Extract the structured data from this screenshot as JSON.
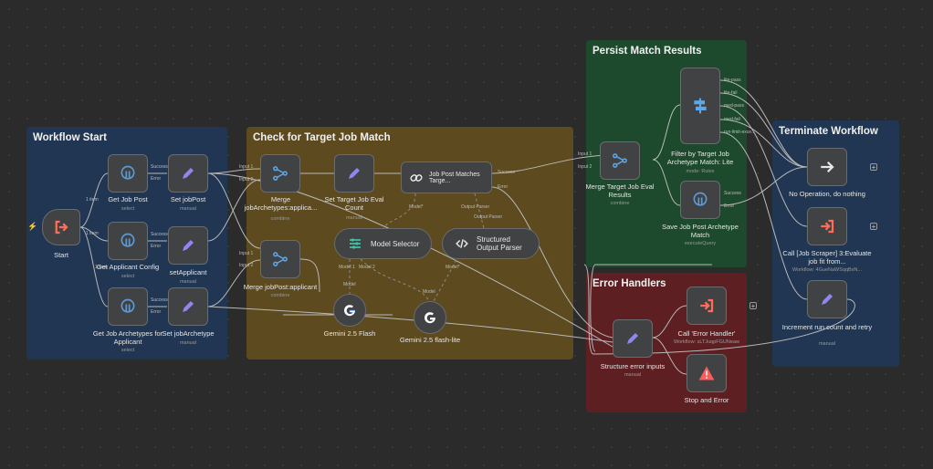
{
  "colors": {
    "canvas": "#2b2b2b",
    "node_fill": "#414244",
    "node_border": "#6a6b6e",
    "wire": "#b9b9b9",
    "workflow_start_note": "#213652",
    "check_match_note": "#5d4a1e",
    "persist_note": "#1d4a2c",
    "error_note": "#5e1f22",
    "terminate_note": "#213652",
    "trigger_red": "#ff6d5a",
    "edit_purple": "#8f87f1",
    "pg_blue": "#5b9bd5",
    "merge_blue": "#5fa8e8",
    "router_teal": "#3ec1a6"
  },
  "sticky_notes": {
    "workflow_start": "Workflow Start",
    "check_match": "Check for Target Job Match",
    "persist": "Persist Match Results",
    "error_handlers": "Error Handlers",
    "terminate": "Terminate Workflow"
  },
  "nodes": {
    "start": {
      "label": "Start",
      "icon": "login-arrow-icon"
    },
    "get_job_post": {
      "label": "Get Job Post",
      "sub": "select",
      "icon": "postgres-elephant-icon"
    },
    "get_applicant_config": {
      "label": "Get Applicant Config",
      "sub": "select",
      "icon": "postgres-elephant-icon"
    },
    "get_job_archetypes": {
      "label": "Get Job Archetypes for Applicant",
      "sub": "select",
      "icon": "postgres-elephant-icon"
    },
    "set_jobpost": {
      "label": "Set jobPost",
      "sub": "manual",
      "icon": "pencil-icon"
    },
    "set_applicant": {
      "label": "setApplicant",
      "sub": "manual",
      "icon": "pencil-icon"
    },
    "set_jobarchetype": {
      "label": "Set jobArchetype",
      "sub": "manual",
      "icon": "pencil-icon"
    },
    "merge_jobarchetypes": {
      "label": "Merge jobArchetypes:applica...",
      "sub": "combine",
      "icon": "merge-icon"
    },
    "merge_jobpost": {
      "label": "Merge jobPost:applicant",
      "sub": "combine",
      "icon": "merge-icon"
    },
    "set_target_eval": {
      "label": "Set Target Job Eval Count",
      "sub": "manual",
      "icon": "pencil-icon"
    },
    "job_post_matches": {
      "label": "Job Post Matches Targe...",
      "icon": "chain-link-icon"
    },
    "model_selector": {
      "label": "Model Selector",
      "icon": "router-icon"
    },
    "structured_parser": {
      "label": "Structured Output Parser",
      "icon": "code-brackets-icon"
    },
    "gemini_flash": {
      "label": "Gemini 2.5 Flash",
      "icon": "google-g-icon"
    },
    "gemini_flash_lite": {
      "label": "Gemini 2.5 flash-lite",
      "icon": "google-g-icon"
    },
    "merge_target_eval": {
      "label": "Merge Target Job Eval Results",
      "sub": "combine",
      "icon": "merge-icon"
    },
    "filter_archetype": {
      "label": "Filter by Target Job Archetype Match: Lite",
      "sub": "mode: Rules",
      "icon": "switch-signpost-icon"
    },
    "save_archetype": {
      "label": "Save Job Post Archetype Match",
      "sub": "executeQuery",
      "icon": "postgres-elephant-icon"
    },
    "structure_error": {
      "label": "Structure error inputs",
      "sub": "manual",
      "icon": "pencil-icon"
    },
    "call_error_handler": {
      "label": "Call 'Error Handler'",
      "sub": "Workflow: sLTJuqpFGUNeaw",
      "icon": "execute-workflow-icon"
    },
    "stop_error": {
      "label": "Stop and Error",
      "icon": "warning-triangle-icon"
    },
    "no_op": {
      "label": "No Operation, do nothing",
      "icon": "arrow-right-icon"
    },
    "call_job_scraper": {
      "label": "Call [Job Scraper] 3:Evaluate job fit from...",
      "sub": "Workflow: 4GueNaWSqqBxN...",
      "icon": "execute-workflow-icon"
    },
    "increment_run": {
      "label": "Increment run count and retry",
      "sub": "manual",
      "icon": "pencil-icon"
    }
  },
  "ports": {
    "item": "1 item",
    "success": "Success",
    "error": "Error",
    "input1": "Input 1",
    "input2": "Input 2",
    "model": "Model*",
    "model1": "Model 1",
    "model2": "Model 2",
    "model_plain": "Model",
    "output_parser": "Output Parser",
    "filter_outputs": [
      "lite-pass",
      "lite-fail",
      "med-pass",
      "med-fail",
      "run-limit-exce..."
    ]
  }
}
